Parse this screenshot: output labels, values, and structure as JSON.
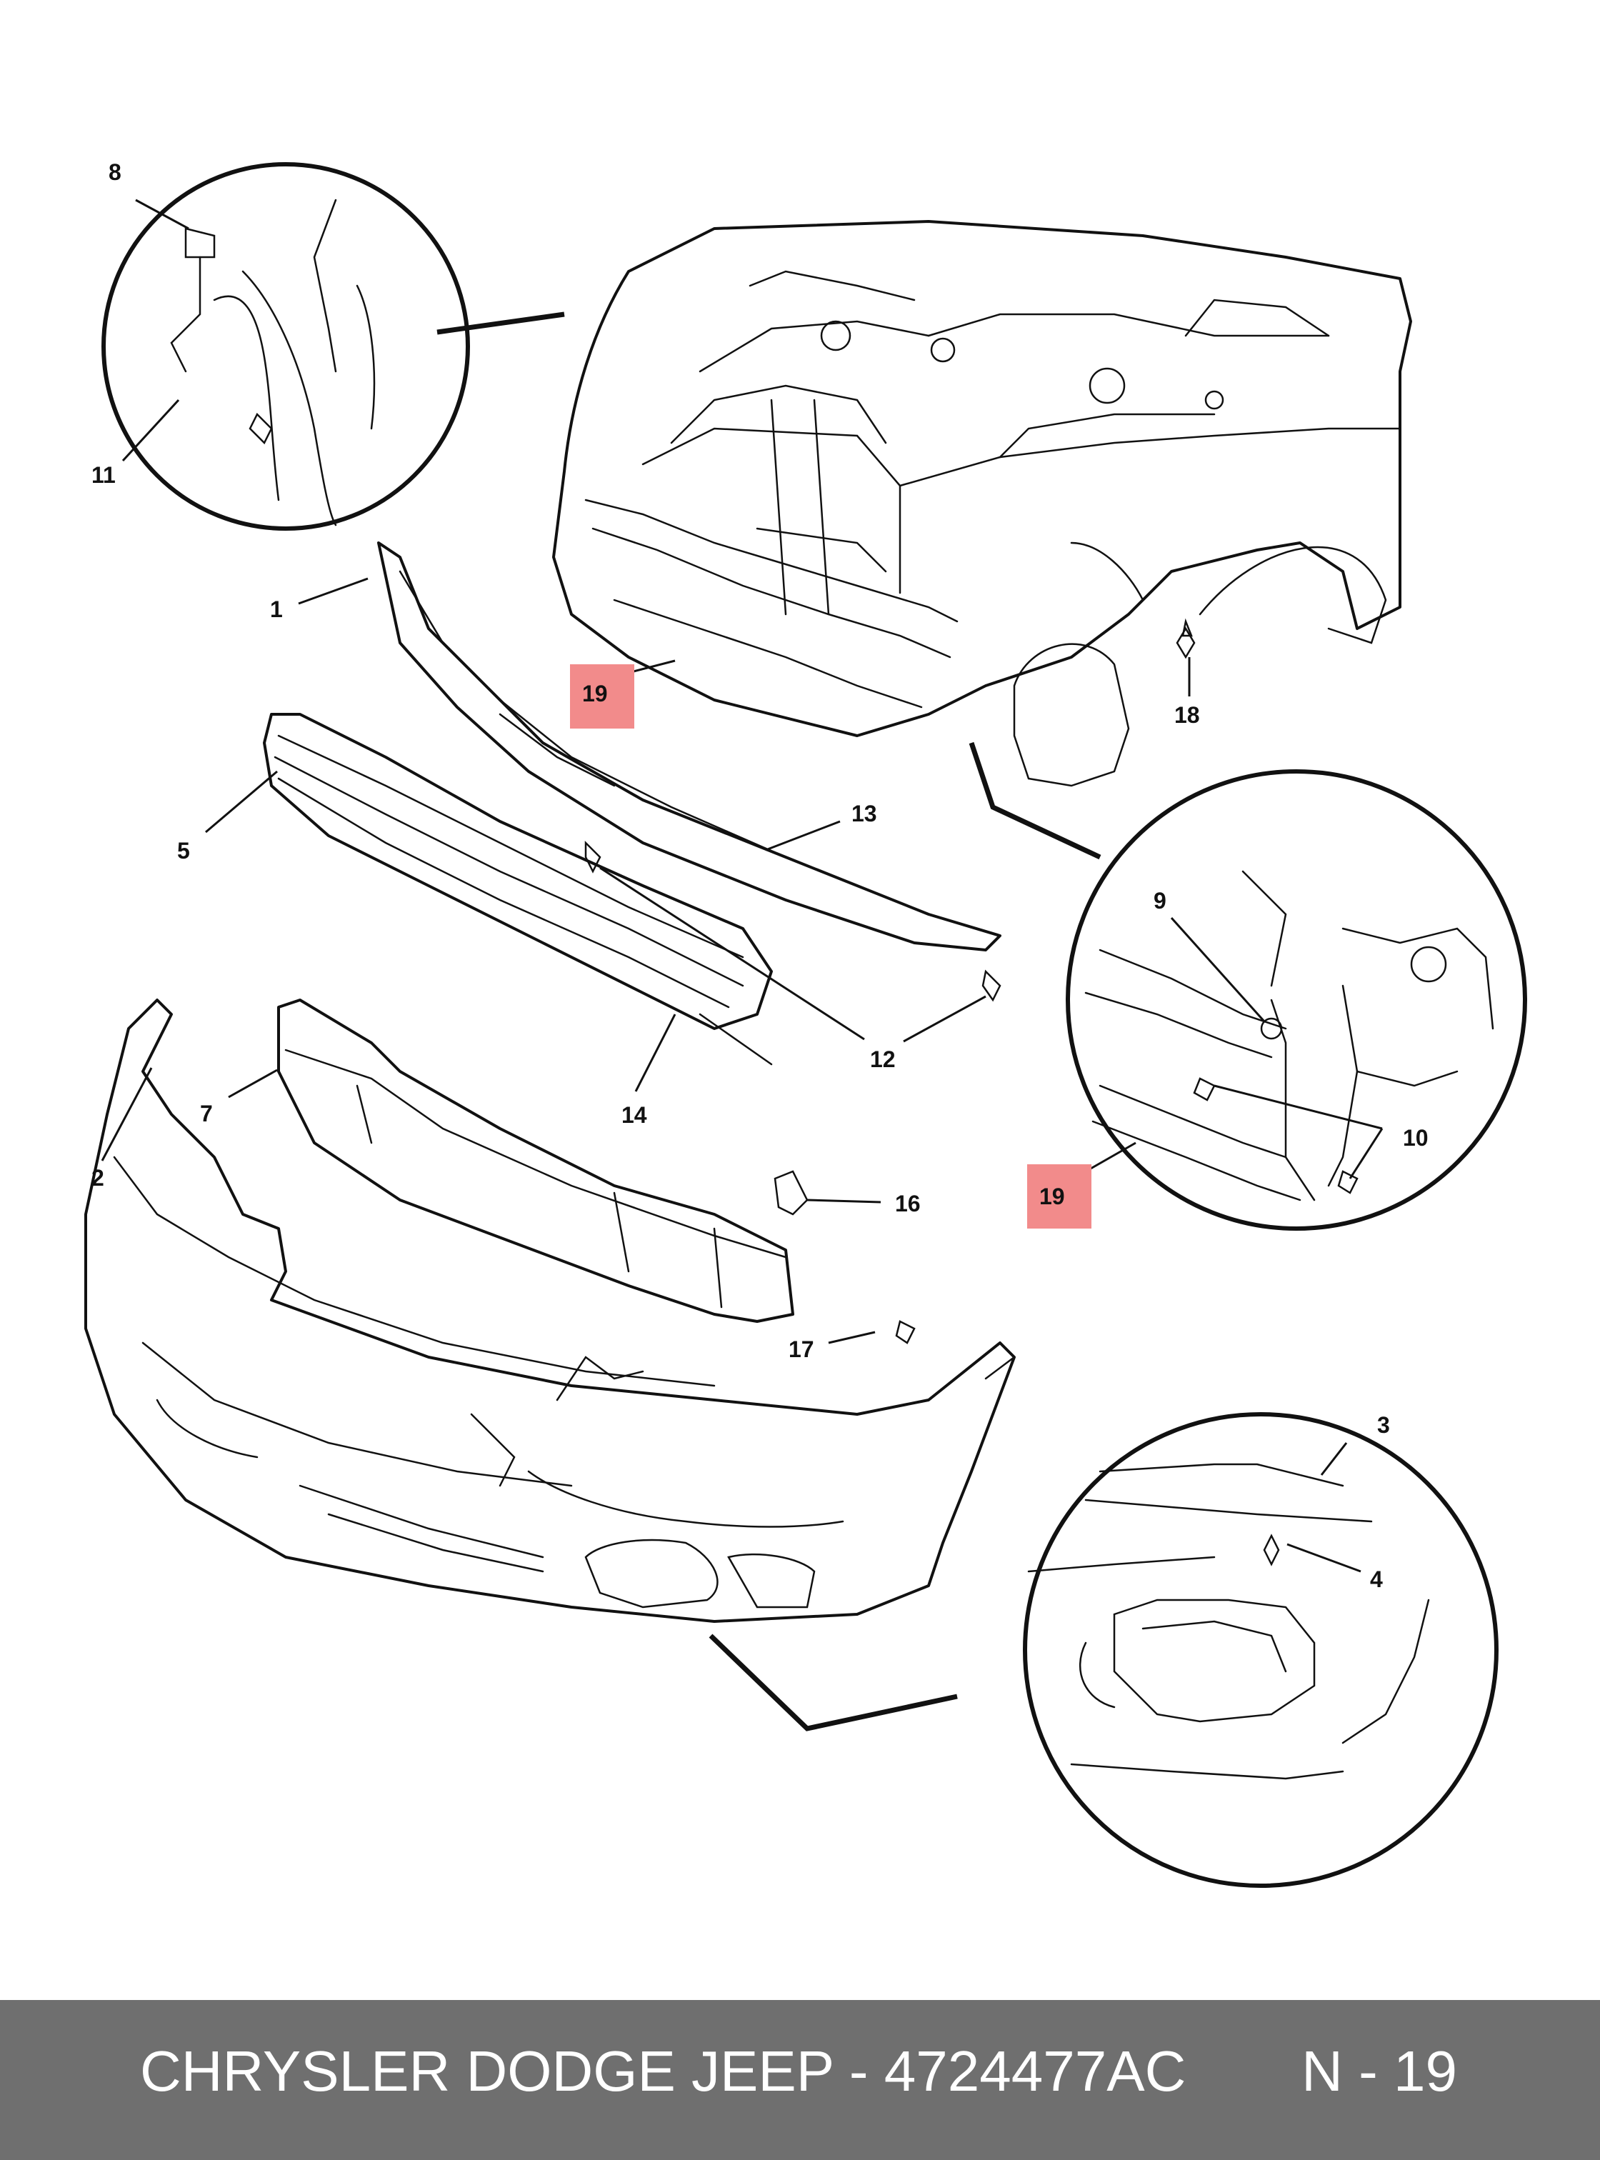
{
  "diagram": {
    "callouts": {
      "c1": "1",
      "c2": "2",
      "c3": "3",
      "c4": "4",
      "c5": "5",
      "c7": "7",
      "c8": "8",
      "c9": "9",
      "c10": "10",
      "c11": "11",
      "c12": "12",
      "c13": "13",
      "c14": "14",
      "c16": "16",
      "c17": "17",
      "c18": "18"
    },
    "highlighted": {
      "label": "19",
      "color": "#f28b8b"
    }
  },
  "footer": {
    "brand_part": "CHRYSLER DODGE JEEP - 4724477AC",
    "page_ref": "N - 19",
    "background": "#6f6f6f"
  }
}
